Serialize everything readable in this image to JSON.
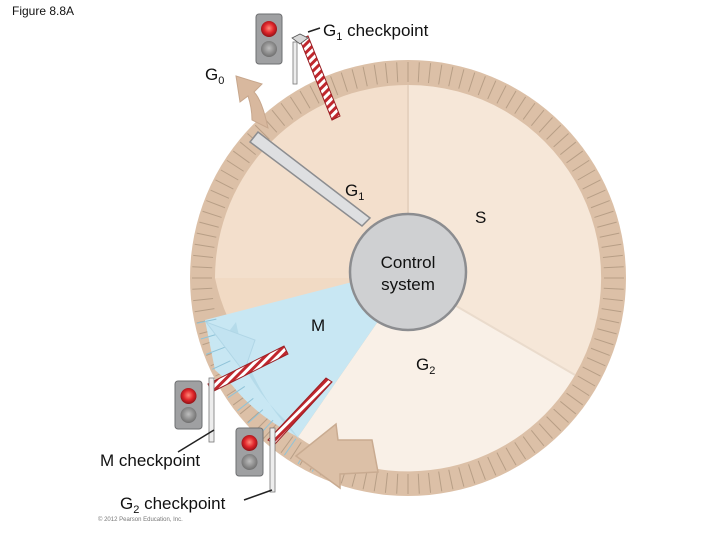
{
  "figure_label": "Figure 8.8A",
  "checkpoints": {
    "g1": {
      "name": "G",
      "sub": "1",
      "suffix": " checkpoint"
    },
    "m": {
      "label": "M checkpoint"
    },
    "g2": {
      "name": "G",
      "sub": "2",
      "suffix": " checkpoint"
    }
  },
  "phases": {
    "g0": {
      "name": "G",
      "sub": "0"
    },
    "g1": {
      "name": "G",
      "sub": "1"
    },
    "s": {
      "label": "S"
    },
    "g2": {
      "name": "G",
      "sub": "2"
    },
    "m": {
      "label": "M"
    }
  },
  "center": {
    "line1": "Control",
    "line2": "system"
  },
  "copyright": "© 2012 Pearson Education, Inc.",
  "colors": {
    "rim": "#dcc0a7",
    "rim_tick": "#b79e86",
    "g1_sector": "#f3dfcc",
    "s_sector": "#f6e7d8",
    "g2_sector": "#f9f0e7",
    "m_sector": "#c8e7f3",
    "m_rim": "#b5dbea",
    "hub": "#cfd0d2",
    "hub_stroke": "#8c8d90",
    "gate_red": "#c0272d",
    "light_on": "#e0262b",
    "light_off": "#8f8f8f",
    "box": "#9fa0a2"
  }
}
